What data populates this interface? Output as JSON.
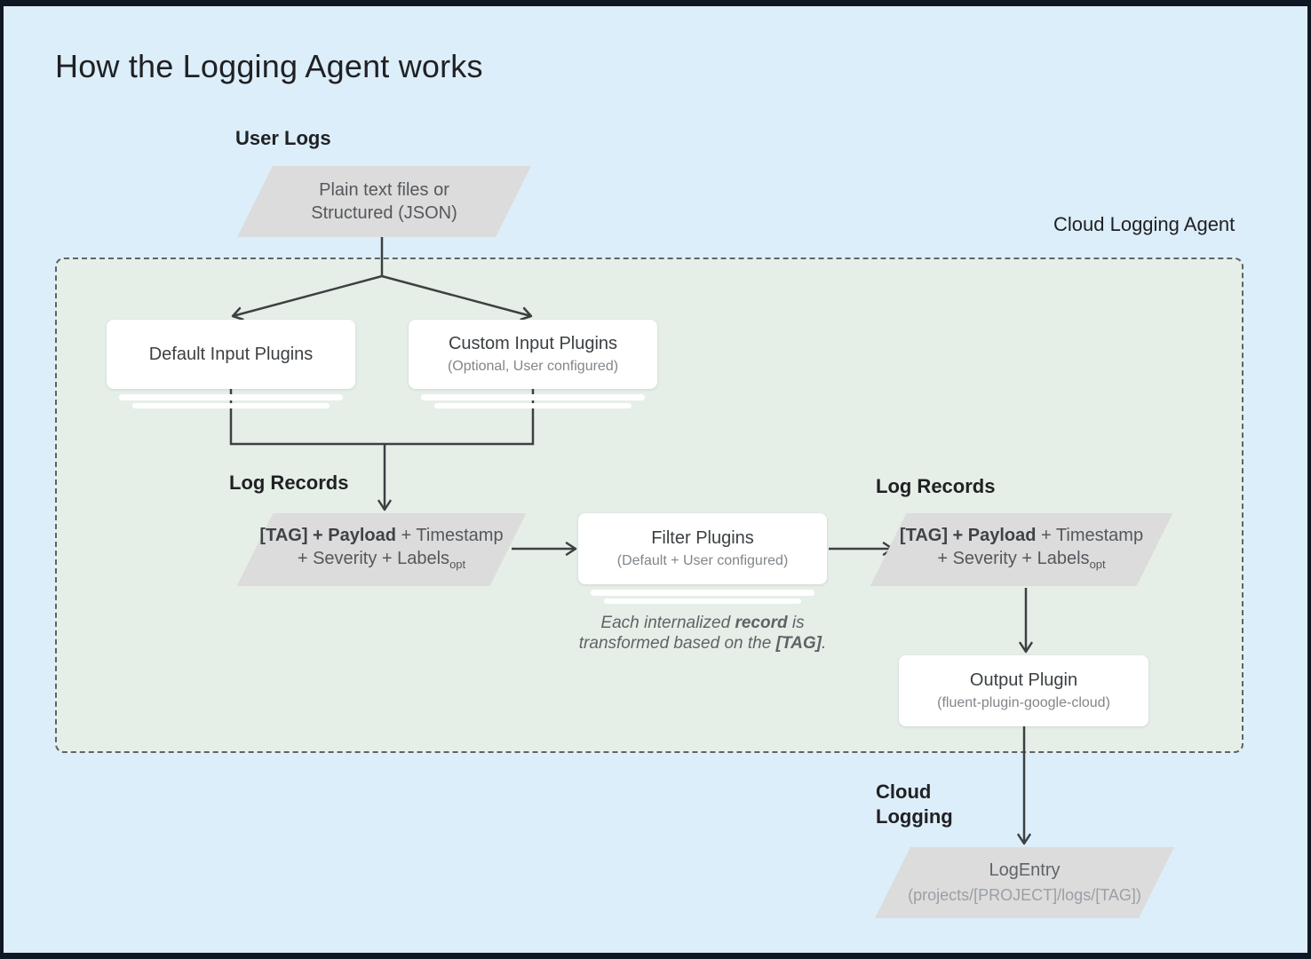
{
  "title": "How the Logging Agent works",
  "labels": {
    "user_logs": "User Logs",
    "agent": "Cloud Logging Agent",
    "log_records_left": "Log Records",
    "log_records_right": "Log Records",
    "cloud_logging_line1": "Cloud",
    "cloud_logging_line2": "Logging"
  },
  "nodes": {
    "user_logs_para": {
      "line1": "Plain text files or",
      "line2": "Structured (JSON)"
    },
    "default_input": {
      "title": "Default Input Plugins"
    },
    "custom_input": {
      "title": "Custom Input Plugins",
      "subtitle": "(Optional, User configured)"
    },
    "log_record": {
      "line1_bold": "[TAG] + Payload",
      "line1_rest": " + Timestamp",
      "line2_main": "+ Severity + Labels",
      "line2_sub": "opt"
    },
    "filter": {
      "title": "Filter Plugins",
      "subtitle": "(Default + User configured)"
    },
    "output": {
      "title": "Output Plugin",
      "subtitle": "(fluent-plugin-google-cloud)"
    },
    "log_entry": {
      "title": "LogEntry",
      "subtitle": "(projects/[PROJECT]/logs/[TAG])"
    }
  },
  "note": {
    "line1_pre": "Each internalized ",
    "line1_bold": "record",
    "line1_post": " is",
    "line2_pre": "transformed based on the ",
    "line2_bold": "[TAG]",
    "line2_post": "."
  },
  "colors": {
    "page_background": "#dceef9",
    "frame": "#0f1722",
    "agent_fill": "#e6efe7",
    "agent_border": "#5f6368",
    "node_fill": "#ffffff",
    "parallelogram_fill": "#dcdcdc",
    "arrow": "#3c4043",
    "title_text": "#202124",
    "node_title_text": "#3c4043",
    "node_subtitle_text": "#80868b",
    "parallelogram_text": "#54585c",
    "note_text": "#5f6368"
  }
}
